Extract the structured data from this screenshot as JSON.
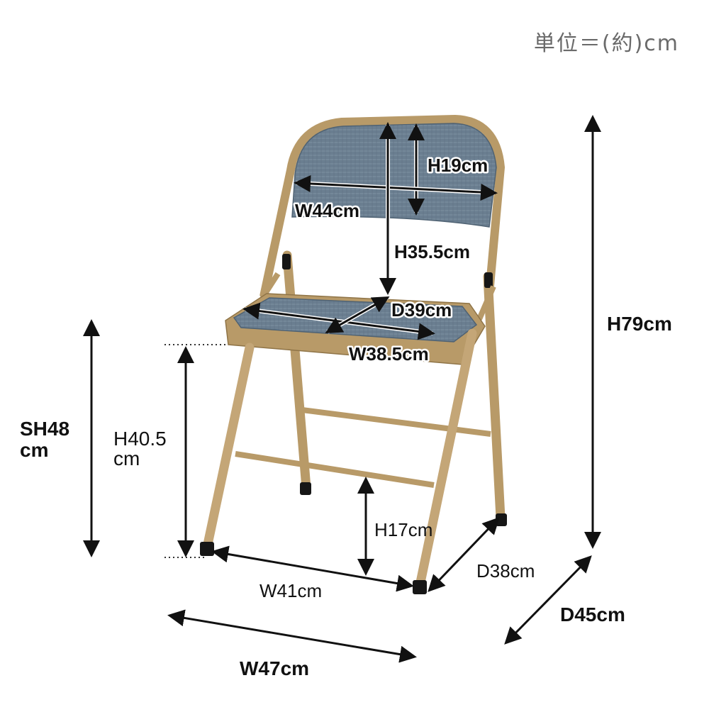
{
  "unit_label": "単位＝(約)cm",
  "labels": {
    "backrest_height": "H19cm",
    "backrest_width": "W44cm",
    "back_to_seat_height": "H35.5cm",
    "seat_depth": "D39cm",
    "seat_width": "W38.5cm",
    "overall_height": "H79cm",
    "seat_height_line1": "SH48",
    "seat_height_line2": "cm",
    "leg_height_line1": "H40.5",
    "leg_height_line2": "cm",
    "crossbar_height": "H17cm",
    "foot_width": "W41cm",
    "foot_depth": "D38cm",
    "overall_depth": "D45cm",
    "overall_width": "W47cm"
  },
  "colors": {
    "frame": "#b89a68",
    "frame_dark": "#8f7447",
    "fabric": "#6a7e90",
    "fabric_dark": "#4f6273",
    "cap": "#161616",
    "arrow": "#111111"
  }
}
